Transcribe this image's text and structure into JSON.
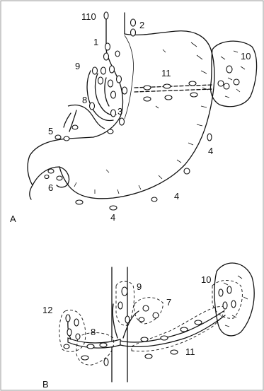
{
  "panels": [
    {
      "id": "A",
      "label": "A"
    },
    {
      "id": "B",
      "label": "B"
    }
  ],
  "labels_a": [
    "110",
    "1",
    "2",
    "9",
    "11",
    "10",
    "8",
    "3",
    "5",
    "6",
    "4",
    "4",
    "4"
  ],
  "labels_b": [
    "9",
    "10",
    "7",
    "12",
    "8",
    "11"
  ]
}
